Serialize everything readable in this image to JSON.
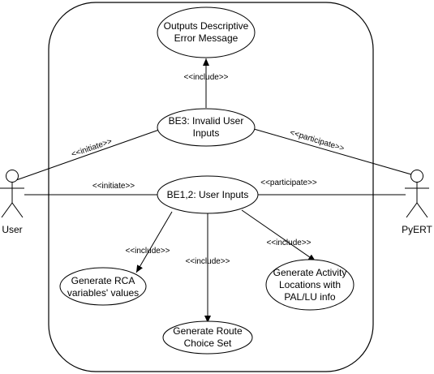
{
  "use_cases": {
    "outputs_error": [
      "Outputs Descriptive",
      "Error Message"
    ],
    "be3": [
      "BE3: Invalid User",
      "Inputs"
    ],
    "be12": [
      "BE1,2: User Inputs"
    ],
    "rca": [
      "Generate RCA",
      "variables' values"
    ],
    "route": [
      "Generate Route",
      "Choice Set"
    ],
    "activity": [
      "Generate Activity",
      "Locations with",
      "PAL/LU info"
    ]
  },
  "actors": {
    "user": "User",
    "pyert": "PyERT"
  },
  "relations": {
    "include_top": "<<include>>",
    "initiate_be3": "<<initiate>>",
    "participate_be3": "<<participate>>",
    "initiate_be12": "<<initiate>>",
    "participate_be12": "<<participate>>",
    "include_rca": "<<include>>",
    "include_route": "<<include>>",
    "include_activity": "<<include>>"
  }
}
